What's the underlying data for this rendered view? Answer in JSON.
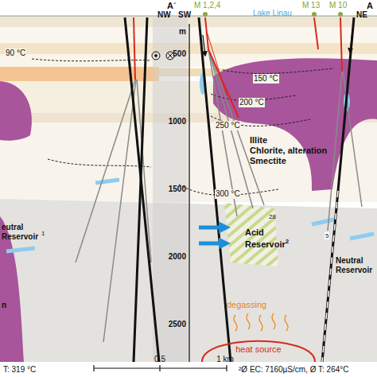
{
  "diagram": {
    "nodes": [
      {
        "text": [
          "Illite",
          "Chlorite, alteration",
          "Smectite"
        ]
      },
      {
        "text": [
          "Acid Reservoir",
          "2"
        ]
      },
      {
        "text": [
          "heat source"
        ]
      }
    ],
    "labels": [
      "A´",
      "NW",
      "SW",
      "M 1,2,4",
      "Lake Linau",
      "M 13",
      "M 10",
      "NE",
      "A",
      "m",
      "500",
      "1000",
      "1500",
      "2000",
      "2500",
      "90 °C",
      "150 °C",
      "200 °C",
      "250 °C",
      "300 °C",
      "28",
      "eutral Reservoir",
      "1",
      "n",
      "Neutral Reservoir",
      "5",
      "degassing",
      "T: 319 °C",
      "0.5",
      "1 km",
      "²Ø EC: 7160µS/cm, Ø T: 264°C"
    ]
  }
}
